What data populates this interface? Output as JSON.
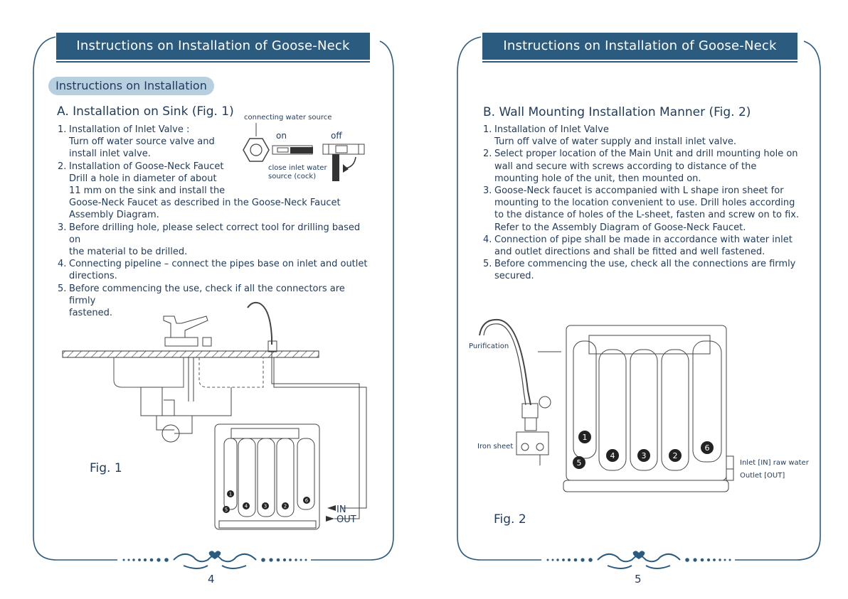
{
  "left_page": {
    "banner_title": "Instructions on Installation of Goose-Neck Faucet",
    "pill_label": "Instructions on Installation",
    "section_title": "A. Installation on Sink (Fig. 1)",
    "steps": [
      {
        "num": "1.",
        "lines": [
          "Installation of Inlet Valve :",
          "Turn off water source valve and",
          "install inlet valve."
        ]
      },
      {
        "num": "2.",
        "lines": [
          "Installation of Goose-Neck Faucet",
          "Drill a hole in diameter of about",
          "11 mm on the sink and install the",
          "Goose-Neck Faucet as described in the Goose-Neck Faucet",
          "Assembly Diagram."
        ]
      },
      {
        "num": "3.",
        "lines": [
          "Before drilling hole, please select correct tool for drilling based on",
          "the material to be drilled."
        ]
      },
      {
        "num": "4.",
        "lines": [
          "Connecting pipeline – connect the pipes base on inlet and outlet",
          "directions."
        ]
      },
      {
        "num": "5.",
        "lines": [
          "Before commencing the use, check if all the connectors are firmly",
          "fastened."
        ]
      }
    ],
    "valve_diagram": {
      "label_source": "connecting water source",
      "label_on": "on",
      "label_off": "off",
      "label_close_line1": "close inlet water",
      "label_close_line2": "source (cock)"
    },
    "fig_label": "Fig. 1",
    "label_in": "IN",
    "label_out": "OUT",
    "filter_numbers": [
      "1",
      "5",
      "4",
      "3",
      "2",
      "6"
    ],
    "page_number": "4"
  },
  "right_page": {
    "banner_title": "Instructions on Installation of Goose-Neck Faucet",
    "section_title": "B. Wall Mounting Installation Manner (Fig. 2)",
    "steps": [
      {
        "num": "1.",
        "lines": [
          "Installation of Inlet Valve",
          "Turn off valve of water supply and install inlet valve."
        ]
      },
      {
        "num": "2.",
        "lines": [
          "Select proper location of the Main Unit and drill mounting hole on",
          "wall and secure with screws according to distance of the",
          "mounting hole of the unit, then mounted on."
        ]
      },
      {
        "num": "3.",
        "lines": [
          "Goose-Neck faucet is accompanied with L shape iron sheet for",
          "mounting to the location convenient to use. Drill holes according",
          "to the distance of holes of the L-sheet, fasten and screw on to fix.",
          "Refer to the Assembly Diagram of Goose-Neck Faucet."
        ]
      },
      {
        "num": "4.",
        "lines": [
          "Connection of pipe shall be made in accordance with water inlet",
          "and outlet directions and shall be fitted and well fastened."
        ]
      },
      {
        "num": "5.",
        "lines": [
          "Before commencing the use, check all the connections are firmly",
          "secured."
        ]
      }
    ],
    "label_purification": "Purification",
    "label_iron_sheet": "Iron sheet",
    "label_inlet": "Inlet [IN] raw water",
    "label_outlet": "Outlet [OUT]",
    "filter_numbers": [
      "1",
      "5",
      "4",
      "3",
      "2",
      "6"
    ],
    "fig_label": "Fig. 2",
    "page_number": "5"
  },
  "colors": {
    "banner": "#2c5b80",
    "pill": "#b8cfe0",
    "text": "#1f3a5c",
    "line_art": "#555555"
  }
}
